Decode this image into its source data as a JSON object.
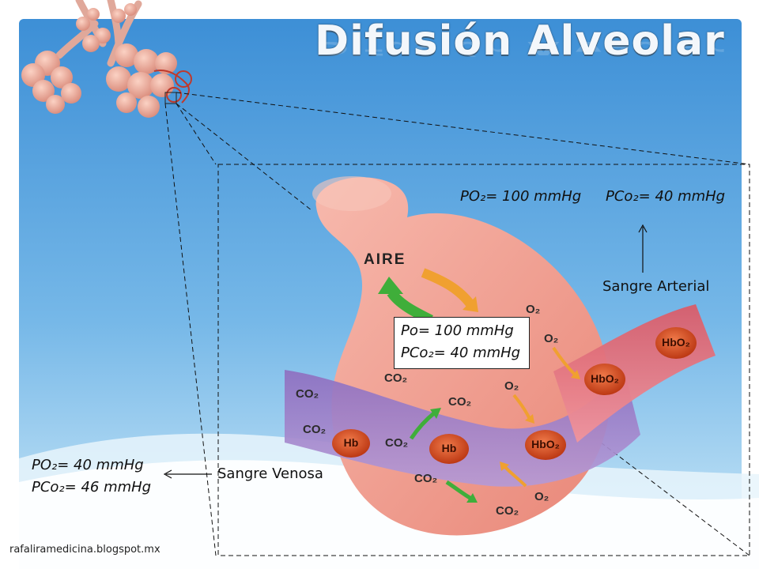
{
  "slide": {
    "title": "Difusión Alveolar",
    "footer": "rafaliramedicina.blogspot.mx"
  },
  "alveolus_box": {
    "po2": "Po= 100 mmHg",
    "pco2": "PCo₂= 40 mmHg"
  },
  "arterial": {
    "po2": "PO₂= 100 mmHg",
    "pco2": "PCo₂= 40 mmHg",
    "label": "Sangre Arterial"
  },
  "venous": {
    "po2": "PO₂= 40 mmHg",
    "pco2": "PCo₂= 46 mmHg",
    "label": "Sangre Venosa"
  },
  "diagram_labels": {
    "aire": "AIRE",
    "o2": "O₂",
    "co2": "CO₂",
    "hb": "Hb",
    "hbo2": "HbO₂"
  },
  "colors": {
    "sky_top": "#3d8fd6",
    "sky_bottom": "#bfe3f7",
    "alveolus": "#f0a29a",
    "venous_vessel": "#9a7cc4",
    "arterial_vessel": "#e2737d",
    "red_cell": "#d94a1e",
    "arrow_green": "#3fae3a",
    "arrow_orange": "#f0a030"
  }
}
